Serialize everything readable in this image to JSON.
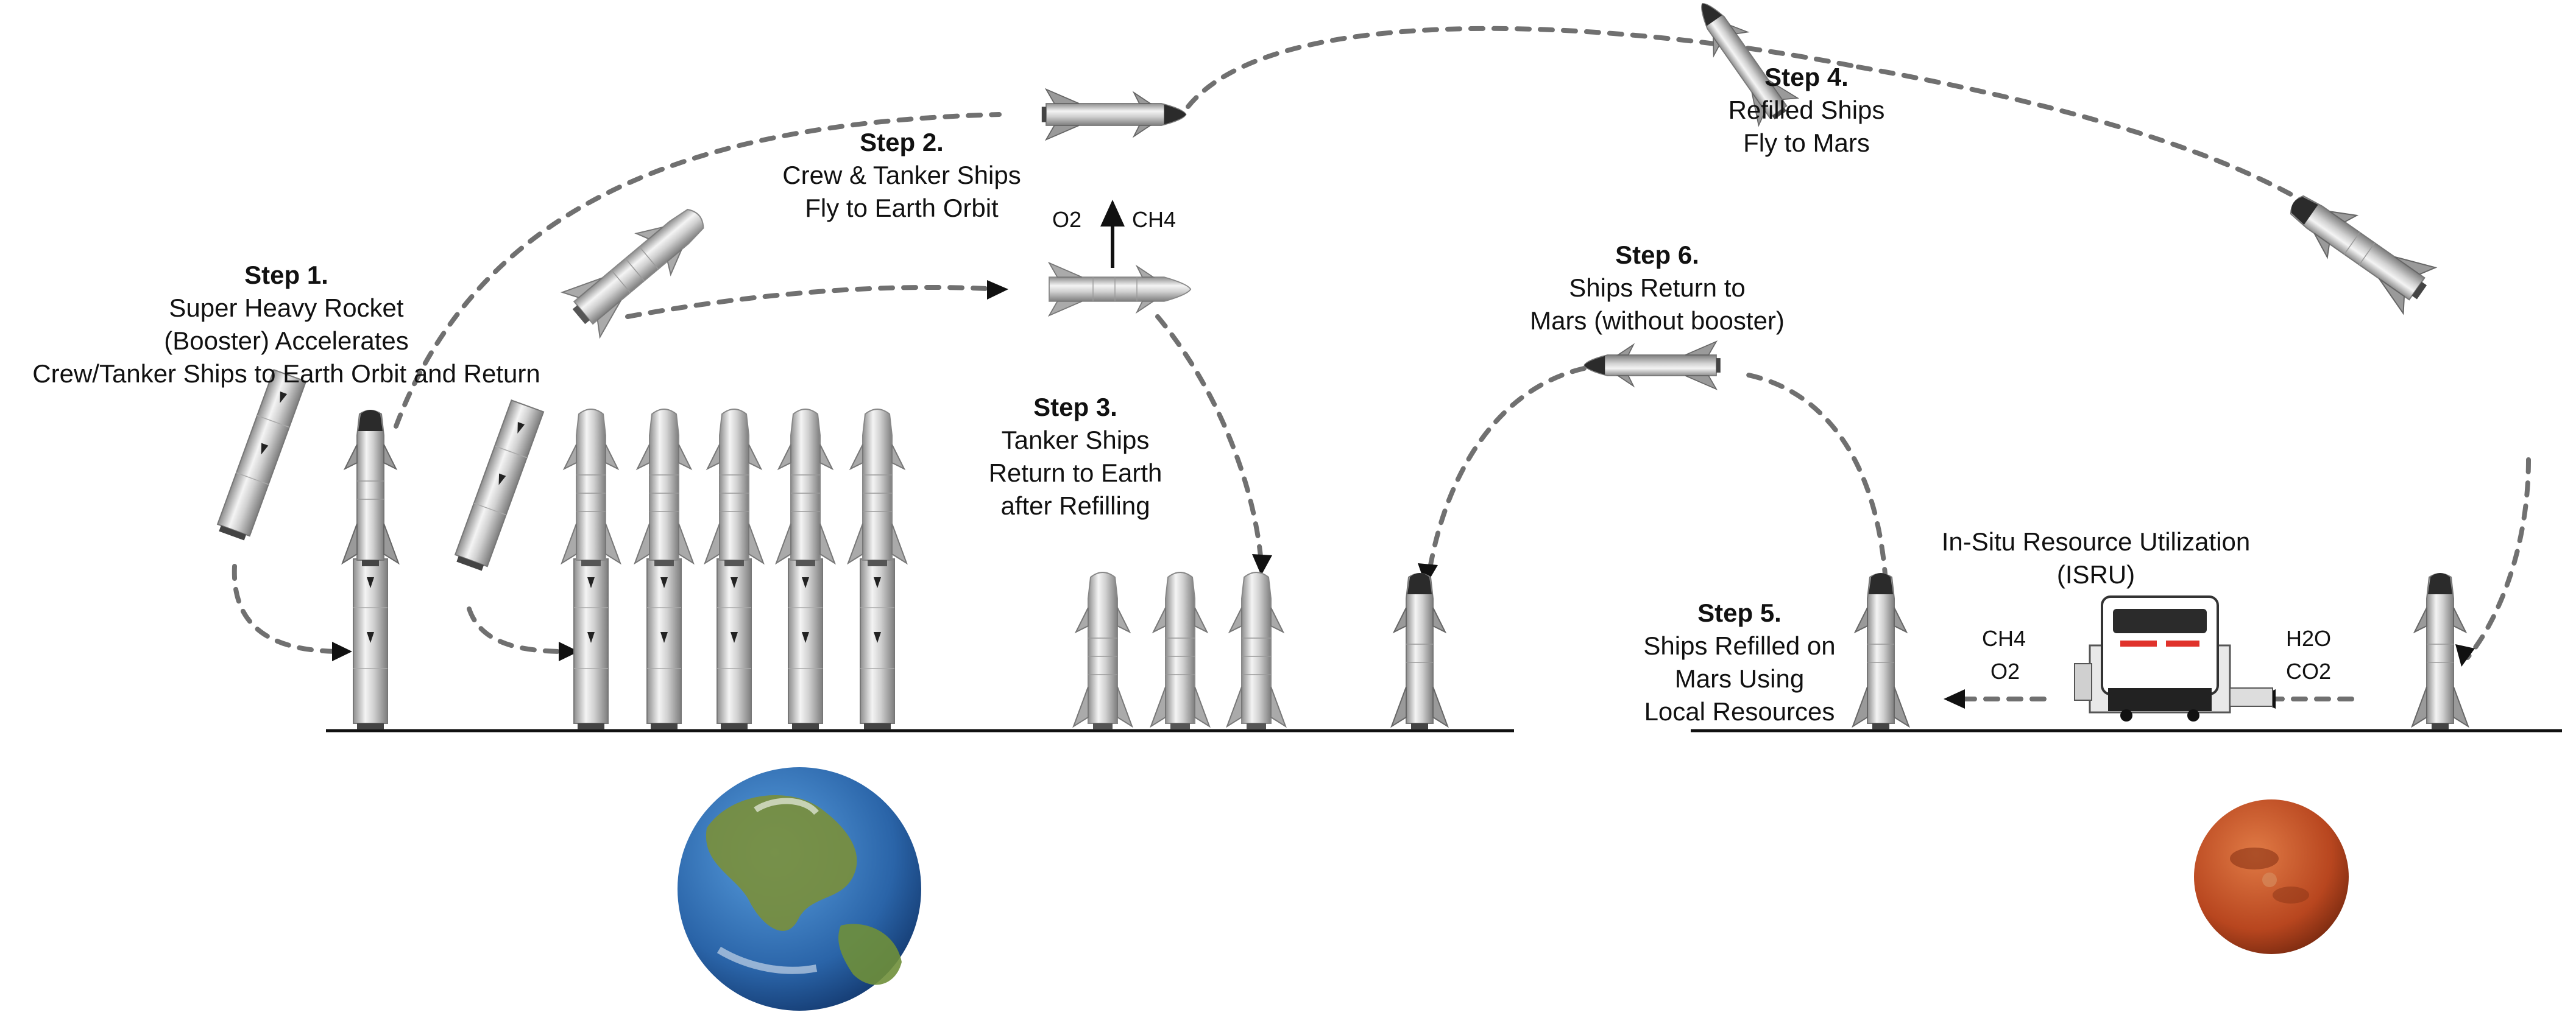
{
  "diagram": {
    "steps": {
      "step1": {
        "title": "Step 1.",
        "lines": [
          "Super Heavy Rocket",
          "(Booster) Accelerates",
          "Crew/Tanker Ships to Earth Orbit and Return"
        ]
      },
      "step2": {
        "title": "Step 2.",
        "lines": [
          "Crew &  Tanker Ships",
          "Fly to Earth Orbit"
        ]
      },
      "step3": {
        "title": "Step 3.",
        "lines": [
          "Tanker Ships",
          "Return to Earth",
          "after Refilling"
        ]
      },
      "step4": {
        "title": "Step 4.",
        "lines": [
          "Refilled Ships",
          "Fly to Mars"
        ]
      },
      "step5": {
        "title": "Step 5.",
        "lines": [
          "Ships Refilled on",
          "Mars Using",
          "Local Resources"
        ]
      },
      "step6": {
        "title": "Step 6.",
        "lines": [
          "Ships Return to",
          "Mars (without booster)"
        ]
      }
    },
    "isru": {
      "lines": [
        "In-Situ Resource Utilization",
        "(ISRU)"
      ]
    },
    "chemicals": {
      "orbit_o2": "O2",
      "orbit_ch4": "CH4",
      "out_ch4": "CH4",
      "out_o2": "O2",
      "in_h2o": "H2O",
      "in_co2": "CO2"
    },
    "icons": [
      "earth-icon",
      "mars-icon",
      "starship-icon",
      "booster-icon",
      "isru-plant-icon"
    ],
    "colors": {
      "arrow": "#707070",
      "steel": "#b8b8b8",
      "earth_ocean": "#2f6fb5",
      "earth_land": "#6f8f3a",
      "mars": "#c2542a",
      "isru_accent": "#e0322b"
    }
  }
}
